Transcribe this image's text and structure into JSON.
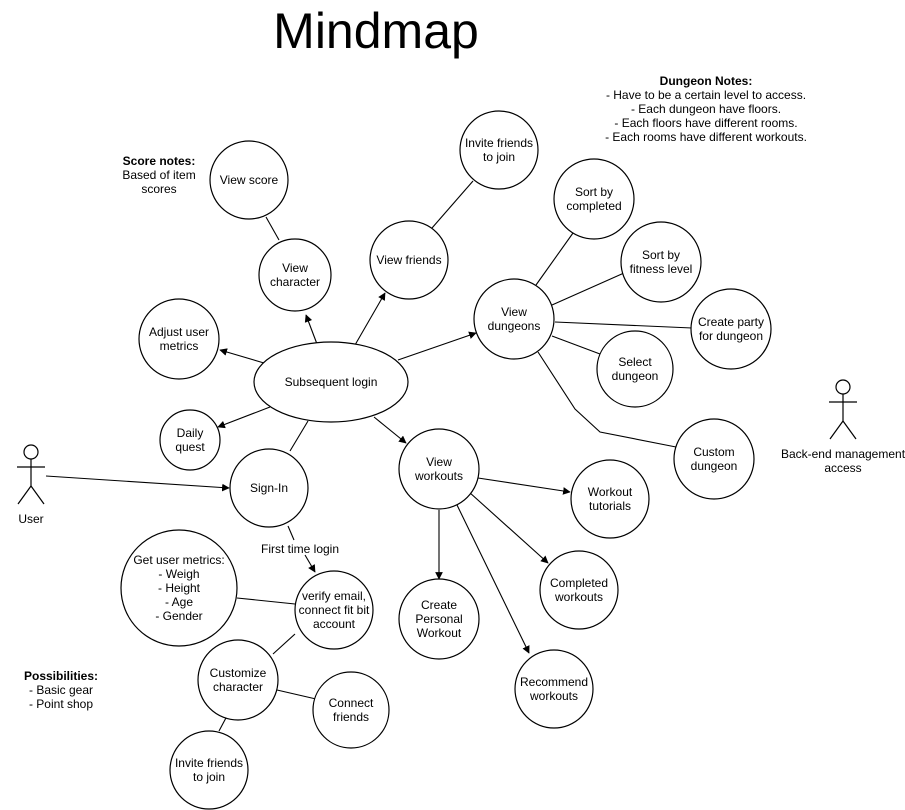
{
  "title": "Mindmap",
  "notes": {
    "dungeon": {
      "heading": "Dungeon Notes:",
      "lines": [
        "- Have to be a certain level to access.",
        "- Each dungeon have floors.",
        "- Each floors have different rooms.",
        "- Each rooms have different workouts."
      ]
    },
    "score": {
      "heading": "Score notes:",
      "lines": [
        "Based of item",
        "scores"
      ]
    },
    "possibilities": {
      "heading": "Possibilities:",
      "lines": [
        "- Basic gear",
        "-  Point shop"
      ]
    }
  },
  "actors": {
    "user": "User",
    "backend": [
      "Back-end management",
      "access"
    ]
  },
  "nodes": {
    "subsequent_login": [
      "Subsequent login"
    ],
    "view_score": [
      "View score"
    ],
    "view_character": [
      "View",
      "character"
    ],
    "invite_friends_top": [
      "Invite friends",
      "to join"
    ],
    "view_friends": [
      "View friends"
    ],
    "adjust_user_metrics": [
      "Adjust user",
      "metrics"
    ],
    "daily_quest": [
      "Daily",
      "quest"
    ],
    "sign_in": [
      "Sign-In"
    ],
    "sort_by_completed": [
      "Sort by",
      "completed"
    ],
    "sort_by_fitness": [
      "Sort by",
      "fitness level"
    ],
    "view_dungeons": [
      "View",
      "dungeons"
    ],
    "create_party": [
      "Create party",
      "for dungeon"
    ],
    "select_dungeon": [
      "Select",
      "dungeon"
    ],
    "custom_dungeon": [
      "Custom",
      "dungeon"
    ],
    "view_workouts": [
      "View",
      "workouts"
    ],
    "workout_tutorials": [
      "Workout",
      "tutorials"
    ],
    "completed_workouts": [
      "Completed",
      "workouts"
    ],
    "create_personal_workout": [
      "Create",
      "Personal",
      "Workout"
    ],
    "recommend_workouts": [
      "Recommend",
      "workouts"
    ],
    "get_user_metrics": [
      "Get user metrics:",
      "- Weigh",
      "- Height",
      "- Age",
      "- Gender"
    ],
    "verify_email": [
      "verify email,",
      "connect fit bit",
      "account"
    ],
    "customize_character": [
      "Customize",
      "character"
    ],
    "connect_friends": [
      "Connect",
      "friends"
    ],
    "invite_friends_bottom": [
      "Invite friends",
      "to join"
    ]
  },
  "edge_labels": {
    "first_time_login": "First time login"
  }
}
